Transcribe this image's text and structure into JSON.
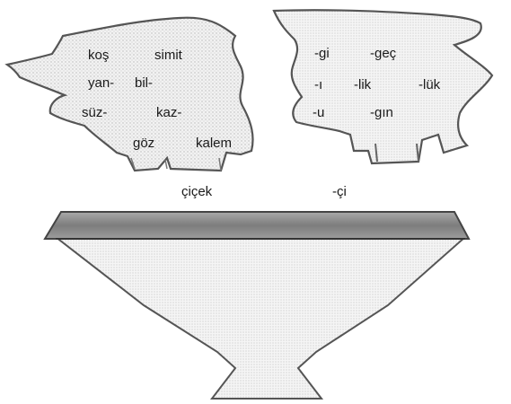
{
  "left_pot": {
    "label": "çiçek",
    "words": [
      "koş",
      "simit",
      "yan-",
      "bil-",
      "süz-",
      "kaz-",
      "göz",
      "kalem"
    ]
  },
  "right_pot": {
    "label": "-çi",
    "suffixes": [
      "-gi",
      "-geç",
      "-ı",
      "-lik",
      "-lük",
      "-u",
      "-gın"
    ]
  },
  "colors": {
    "pot_fill": "#e4e4e4",
    "pot_stroke": "#6a6a6a",
    "funnel_fill": "#efefef",
    "funnel_band": "#8c8c8c",
    "text": "#1a1a1a"
  }
}
